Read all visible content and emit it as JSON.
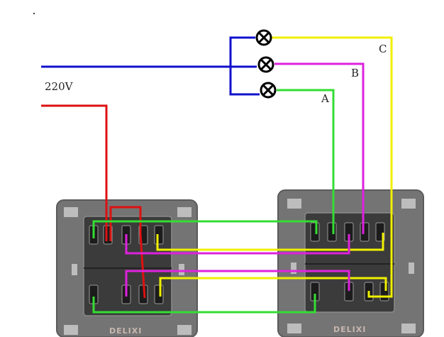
{
  "labels": {
    "voltage": "220V",
    "line_a": "A",
    "line_b": "B",
    "line_c": "C"
  },
  "switches": {
    "left_brand": "DELIXI",
    "right_brand": "DELIXI"
  },
  "lamps": [
    {
      "name": "lamp-c",
      "wire": "yellow"
    },
    {
      "name": "lamp-b",
      "wire": "magenta"
    },
    {
      "name": "lamp-a",
      "wire": "green"
    }
  ],
  "colors": {
    "neutral_wire": "#1010cc",
    "live_wire": "#dd1111",
    "line_a": "#33dd33",
    "line_b": "#dd22dd",
    "line_c": "#f0f000",
    "switch_plate": "#6e6e6e",
    "switch_body": "#3c3c3c"
  }
}
